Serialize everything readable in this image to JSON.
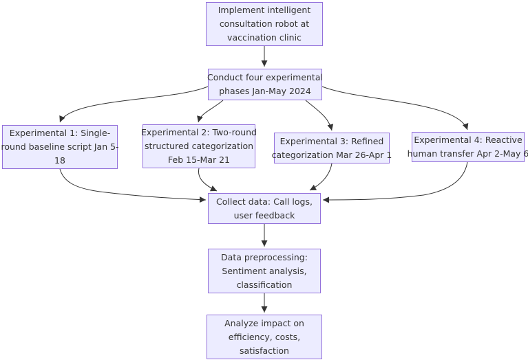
{
  "diagram": {
    "type": "flowchart",
    "direction": "top-down",
    "colors": {
      "background": "#ffffff",
      "node_fill": "#ECECFF",
      "node_border": "#9370DB",
      "edge": "#333333",
      "text": "#333333"
    },
    "nodes": {
      "start": {
        "label": "Implement intelligent\nconsultation robot at\nvaccination clinic"
      },
      "phases": {
        "label": "Conduct four experimental\nphases Jan-May 2024"
      },
      "exp1": {
        "label": "Experimental 1: Single-\nround baseline script Jan 5-\n18"
      },
      "exp2": {
        "label": "Experimental 2: Two-round\nstructured categorization\nFeb 15-Mar 21"
      },
      "exp3": {
        "label": "Experimental 3: Refined\ncategorization Mar 26-Apr 1"
      },
      "exp4": {
        "label": "Experimental 4: Reactive\nhuman transfer Apr 2-May 6"
      },
      "collect": {
        "label": "Collect data: Call logs,\nuser feedback"
      },
      "preprocess": {
        "label": "Data preprocessing:\nSentiment analysis,\nclassification"
      },
      "analyze": {
        "label": "Analyze impact on\nefficiency, costs,\nsatisfaction"
      }
    },
    "edges": [
      {
        "from": "start",
        "to": "phases"
      },
      {
        "from": "phases",
        "to": "exp1"
      },
      {
        "from": "phases",
        "to": "exp2"
      },
      {
        "from": "phases",
        "to": "exp3"
      },
      {
        "from": "phases",
        "to": "exp4"
      },
      {
        "from": "exp1",
        "to": "collect"
      },
      {
        "from": "exp2",
        "to": "collect"
      },
      {
        "from": "exp3",
        "to": "collect"
      },
      {
        "from": "exp4",
        "to": "collect"
      },
      {
        "from": "collect",
        "to": "preprocess"
      },
      {
        "from": "preprocess",
        "to": "analyze"
      }
    ]
  }
}
